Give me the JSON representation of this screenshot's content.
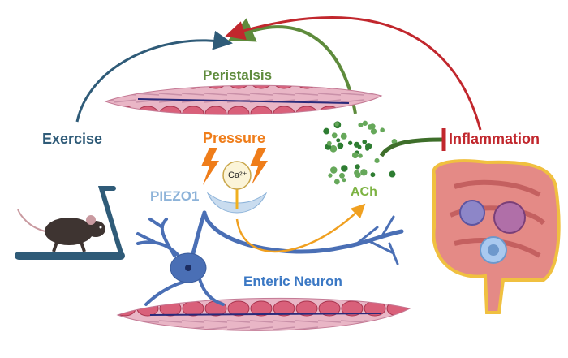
{
  "labels": {
    "peristalsis": "Peristalsis",
    "exercise": "Exercise",
    "pressure": "Pressure",
    "inflammation": "Inflammation",
    "piezo1": "PIEZO1",
    "calcium": "Ca²⁺",
    "ach": "ACh",
    "enteric_neuron": "Enteric Neuron"
  },
  "colors": {
    "exercise": "#2f5b78",
    "peristalsis": "#5e8b3c",
    "pressure": "#ef7d1a",
    "inflammation": "#c1272d",
    "ach": "#7db343",
    "piezo": "#8db3d9",
    "neuron": "#3b78c4"
  }
}
